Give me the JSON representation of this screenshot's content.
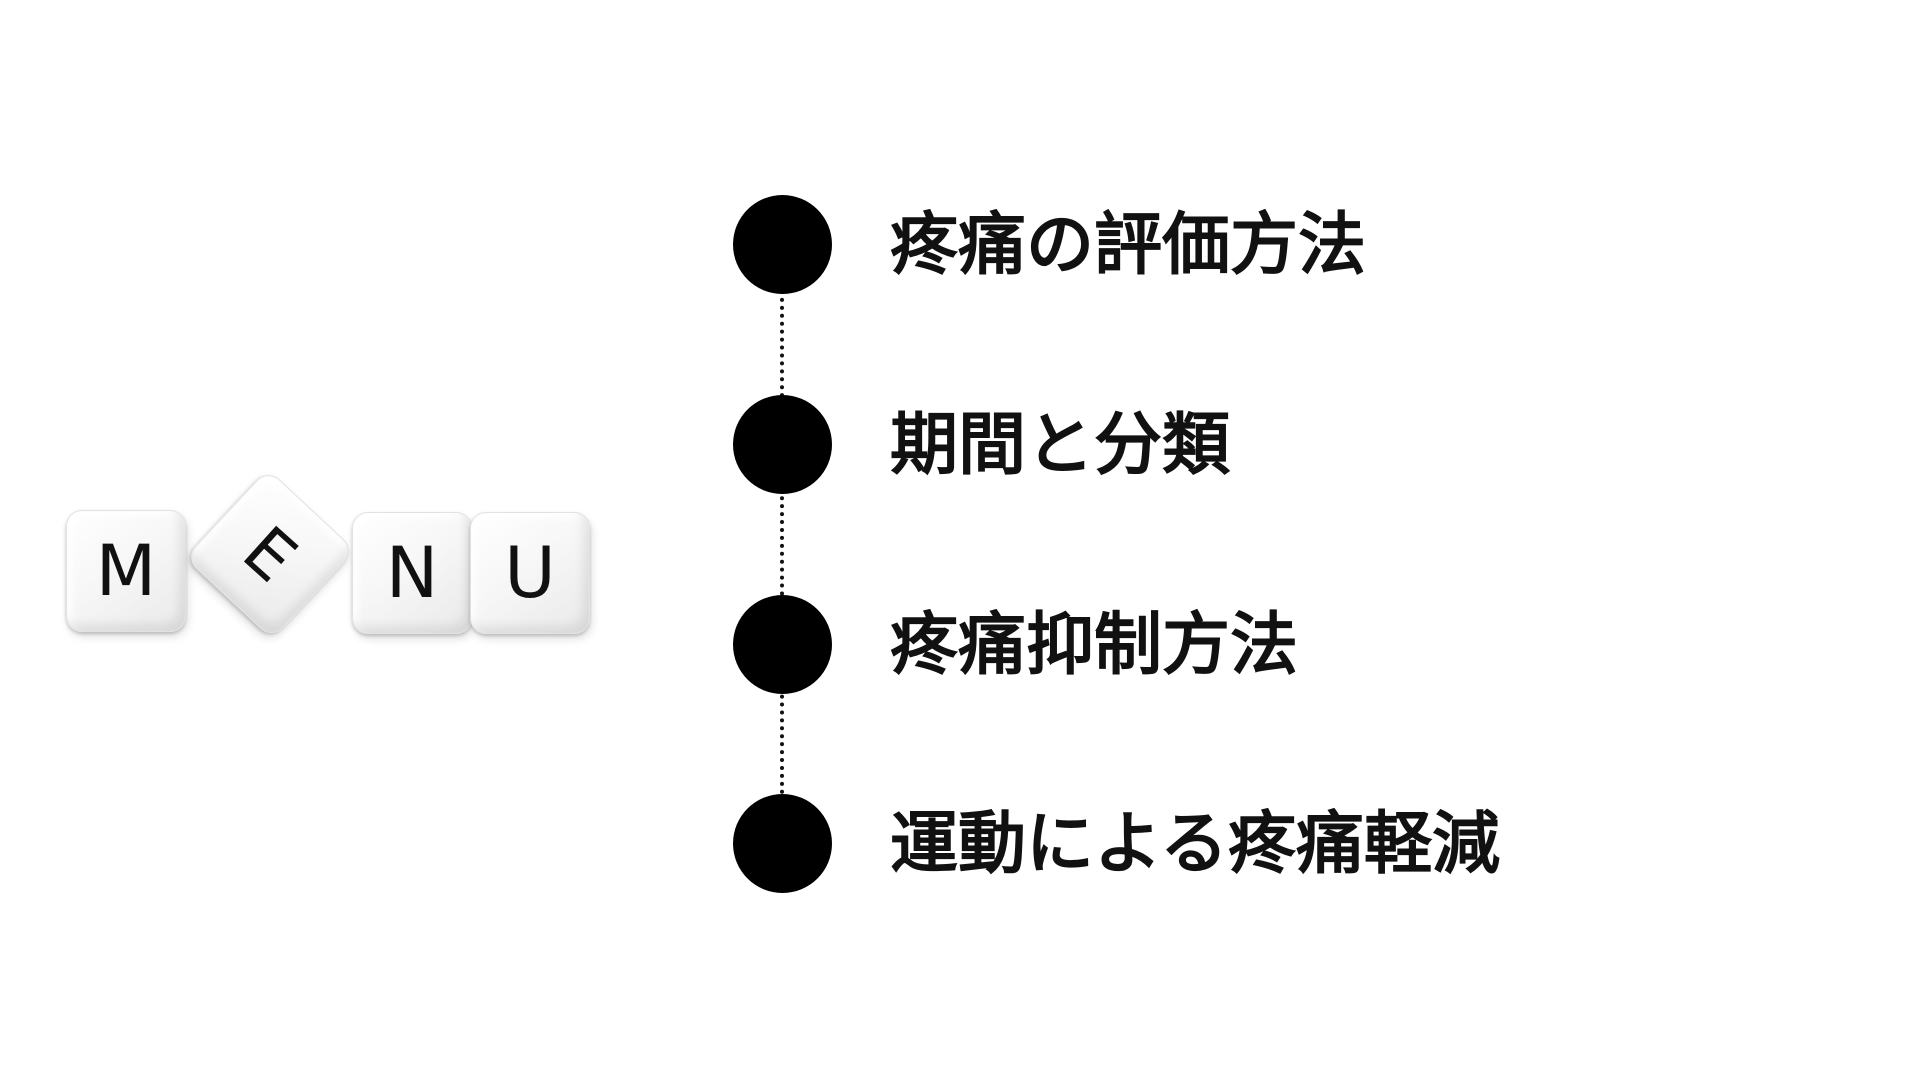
{
  "dice": {
    "letters": [
      "M",
      "E",
      "N",
      "U"
    ]
  },
  "menu": {
    "items": [
      {
        "label": "疼痛の評価方法"
      },
      {
        "label": "期間と分類"
      },
      {
        "label": "疼痛抑制方法"
      },
      {
        "label": "運動による疼痛軽減"
      }
    ]
  },
  "colors": {
    "background": "#ffffff",
    "bullet": "#000000",
    "text": "#111111",
    "die": "#f5f5f5"
  }
}
